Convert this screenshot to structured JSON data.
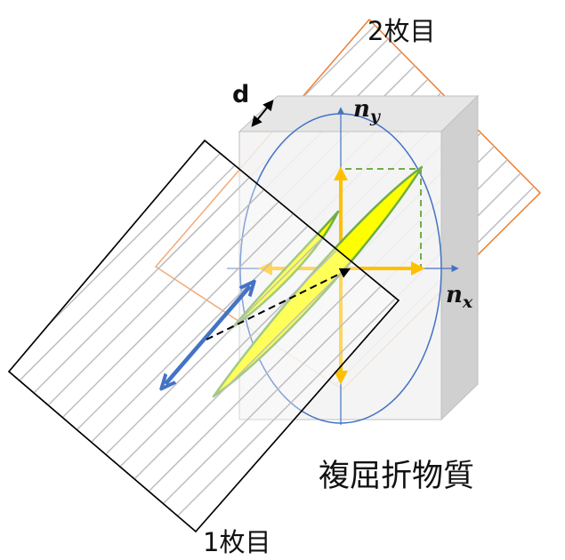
{
  "labels": {
    "sheet2": "2枚目",
    "sheet1": "1枚目",
    "material": "複屈折物質",
    "thickness": "d",
    "ny_base": "n",
    "ny_sub": "y",
    "nx_base": "n",
    "nx_sub": "x"
  },
  "colors": {
    "axis": "#4472c4",
    "ellipse": "#4472c4",
    "arrow_yellow": "#ffc000",
    "leaf_fill": "#ffff00",
    "leaf_stroke": "#70ad47",
    "dashed_green": "#70ad47",
    "blue_arrow": "#4472c4",
    "sheet2_border": "#ed7d31",
    "sheet1_border": "#000000",
    "box_front": "#f2f2f2",
    "box_side": "#d0d0d0",
    "box_top": "#e6e6e6"
  }
}
